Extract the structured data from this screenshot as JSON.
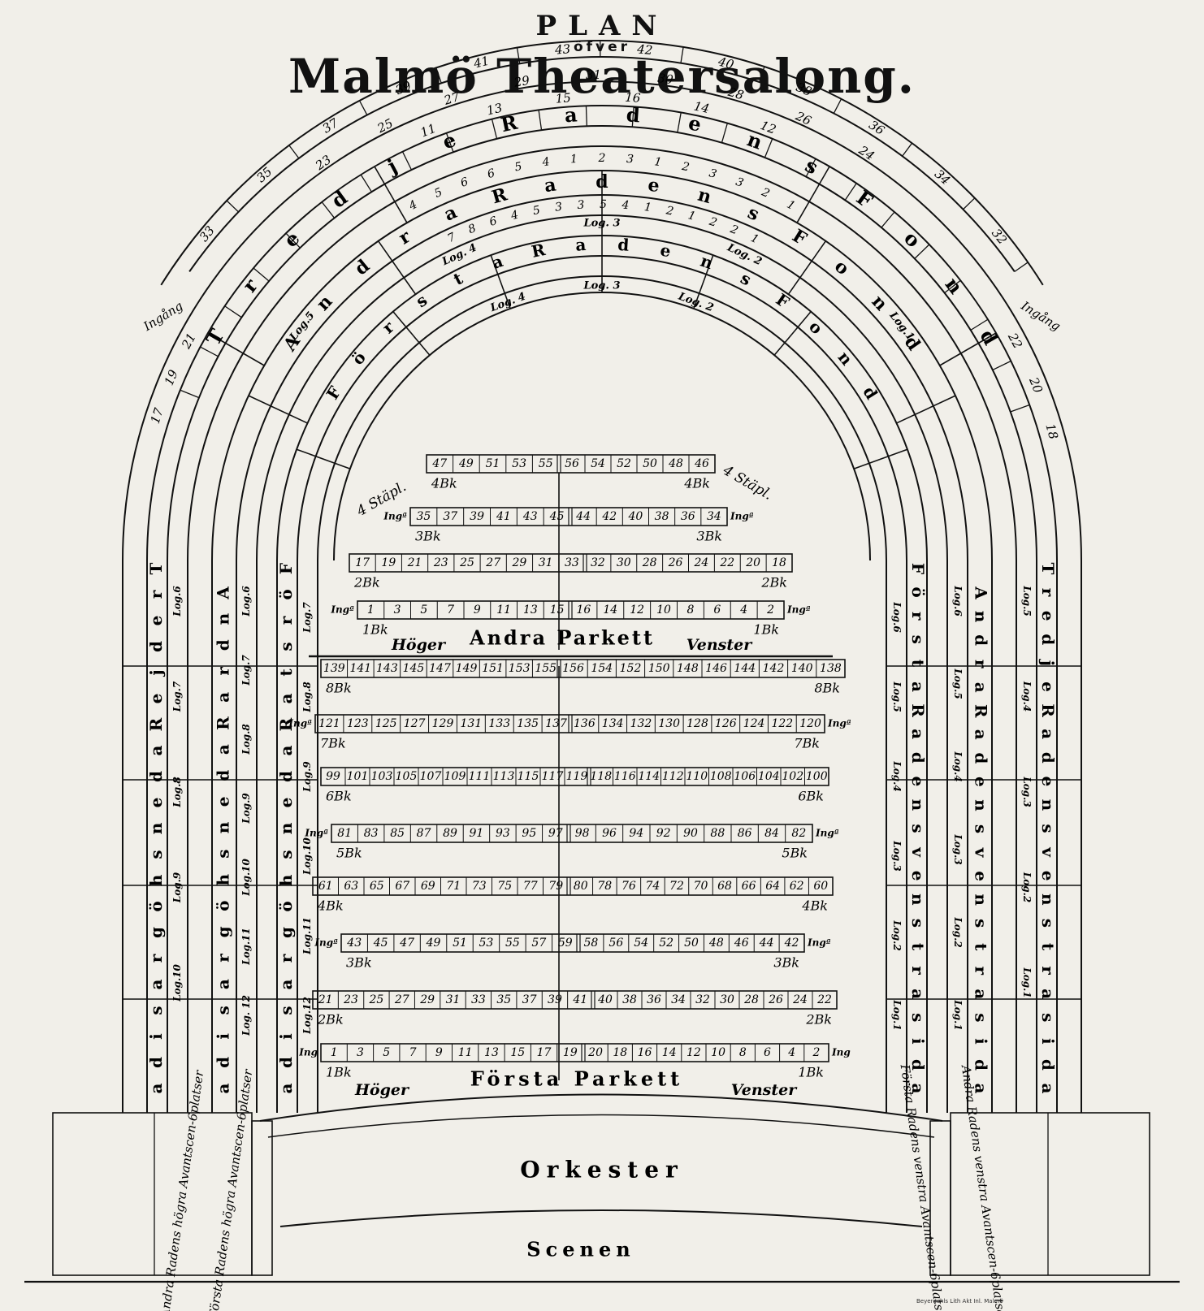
{
  "title": {
    "plan": "PLAN",
    "ofver": "öfver",
    "main": "Malmö Theatersalong."
  },
  "parkett": {
    "andra": {
      "label_left": "Höger",
      "label_mid": "Andra Parkett",
      "label_right": "Venster",
      "staplar_left": "4 Stäpl.",
      "staplar_right": "4 Stäpl.",
      "benches": [
        {
          "bk_left": "4Bk",
          "bk_right": "4Bk",
          "left": [
            "47",
            "49",
            "51",
            "53",
            "55"
          ],
          "right": [
            "56",
            "54",
            "52",
            "50",
            "48",
            "46"
          ]
        },
        {
          "bk_left": "3Bk",
          "bk_right": "3Bk",
          "ing_left": "Ingª",
          "ing_right": "Ingª",
          "left": [
            "35",
            "37",
            "39",
            "41",
            "43",
            "45"
          ],
          "right": [
            "44",
            "42",
            "40",
            "38",
            "36",
            "34"
          ]
        },
        {
          "bk_left": "2Bk",
          "bk_right": "2Bk",
          "left": [
            "17",
            "19",
            "21",
            "23",
            "25",
            "27",
            "29",
            "31",
            "33"
          ],
          "right": [
            "32",
            "30",
            "28",
            "26",
            "24",
            "22",
            "20",
            "18"
          ]
        },
        {
          "bk_left": "1Bk",
          "bk_right": "1Bk",
          "ing_left": "Ingª",
          "ing_right": "Ingª",
          "left": [
            "1",
            "3",
            "5",
            "7",
            "9",
            "11",
            "13",
            "15"
          ],
          "right": [
            "16",
            "14",
            "12",
            "10",
            "8",
            "6",
            "4",
            "2"
          ]
        }
      ]
    },
    "forsta": {
      "label_left": "Höger",
      "label_mid": "Första Parkett",
      "label_right": "Venster",
      "benches": [
        {
          "bk_left": "8Bk",
          "bk_right": "8Bk",
          "left": [
            "139",
            "141",
            "143",
            "145",
            "147",
            "149",
            "151",
            "153",
            "155"
          ],
          "right": [
            "156",
            "154",
            "152",
            "150",
            "148",
            "146",
            "144",
            "142",
            "140",
            "138"
          ]
        },
        {
          "bk_left": "7Bk",
          "bk_right": "7Bk",
          "ing_left": "Ingª",
          "ing_right": "Ingª",
          "left": [
            "121",
            "123",
            "125",
            "127",
            "129",
            "131",
            "133",
            "135",
            "137"
          ],
          "right": [
            "136",
            "134",
            "132",
            "130",
            "128",
            "126",
            "124",
            "122",
            "120"
          ]
        },
        {
          "bk_left": "6Bk",
          "bk_right": "6Bk",
          "left": [
            "99",
            "101",
            "103",
            "105",
            "107",
            "109",
            "111",
            "113",
            "115",
            "117",
            "119"
          ],
          "right": [
            "118",
            "116",
            "114",
            "112",
            "110",
            "108",
            "106",
            "104",
            "102",
            "100"
          ]
        },
        {
          "bk_left": "5Bk",
          "bk_right": "5Bk",
          "ing_left": "Ingª",
          "ing_right": "Ingª",
          "left": [
            "81",
            "83",
            "85",
            "87",
            "89",
            "91",
            "93",
            "95",
            "97"
          ],
          "right": [
            "98",
            "96",
            "94",
            "92",
            "90",
            "88",
            "86",
            "84",
            "82"
          ]
        },
        {
          "bk_left": "4Bk",
          "bk_right": "4Bk",
          "left": [
            "61",
            "63",
            "65",
            "67",
            "69",
            "71",
            "73",
            "75",
            "77",
            "79"
          ],
          "right": [
            "80",
            "78",
            "76",
            "74",
            "72",
            "70",
            "68",
            "66",
            "64",
            "62",
            "60"
          ]
        },
        {
          "bk_left": "3Bk",
          "bk_right": "3Bk",
          "ing_left": "Ingª",
          "ing_right": "Ingª",
          "left": [
            "43",
            "45",
            "47",
            "49",
            "51",
            "53",
            "55",
            "57",
            "59"
          ],
          "right": [
            "58",
            "56",
            "54",
            "52",
            "50",
            "48",
            "46",
            "44",
            "42"
          ]
        },
        {
          "bk_left": "2Bk",
          "bk_right": "2Bk",
          "left": [
            "21",
            "23",
            "25",
            "27",
            "29",
            "31",
            "33",
            "35",
            "37",
            "39",
            "41"
          ],
          "right": [
            "40",
            "38",
            "36",
            "34",
            "32",
            "30",
            "28",
            "26",
            "24",
            "22"
          ]
        },
        {
          "bk_left": "1Bk",
          "bk_right": "1Bk",
          "ing_left": "Ing",
          "ing_right": "Ing",
          "left": [
            "1",
            "3",
            "5",
            "7",
            "9",
            "11",
            "13",
            "15",
            "17",
            "19"
          ],
          "right": [
            "20",
            "18",
            "16",
            "14",
            "12",
            "10",
            "8",
            "6",
            "4",
            "2"
          ]
        }
      ]
    }
  },
  "galleries": {
    "tredje_fond_outer": [
      "33",
      "35",
      "37",
      "39",
      "41",
      "43",
      "42",
      "40",
      "38",
      "36",
      "34",
      "32"
    ],
    "tredje_fond_inner": [
      "23",
      "25",
      "27",
      "29",
      "31",
      "30",
      "28",
      "26",
      "24"
    ],
    "tredje_fond_row3": [
      "11",
      "13",
      "15",
      "16",
      "14",
      "12"
    ],
    "tredje_label": "Tredje Radens Fond",
    "ingang_left": "Ingång",
    "ingang_right": "Ingång",
    "tredje_sides_left": [
      "17",
      "19",
      "21"
    ],
    "tredje_sides_right": [
      "22",
      "20",
      "18"
    ],
    "andra_label": "Andra Radens Fond",
    "andra_log": [
      "Log. 4",
      "Log. 3",
      "Log. 2"
    ],
    "andra_nums": [
      "4",
      "5",
      "6",
      "6",
      "5",
      "4",
      "1",
      "2",
      "3",
      "1",
      "2",
      "3",
      "3",
      "2",
      "1"
    ],
    "forsta_label": "Första Radens Fond",
    "forsta_log": [
      "Log. 4",
      "Log. 3",
      "Log. 2"
    ],
    "forsta_nums": [
      "7",
      "8",
      "6",
      "4",
      "5",
      "3",
      "3",
      "5",
      "4",
      "1",
      "2",
      "1",
      "2",
      "2",
      "1"
    ],
    "log_outer": [
      "Log.5",
      "Log.1"
    ],
    "left_side_labels": [
      "Tredje Radens högra sida",
      "Andra Radens högra sida",
      "Första Radens högra sida"
    ],
    "right_side_labels": [
      "Tredje Radens venstra sida",
      "Andra Radens venstra sida",
      "Första Radens venstra sida"
    ],
    "left_logs_outer": [
      "Log.6",
      "Log.7",
      "Log.8",
      "Log.9",
      "Log.10"
    ],
    "left_logs_mid": [
      "Log.6",
      "Log.7",
      "Log.8",
      "Log.9",
      "Log.10",
      "Log.11",
      "Log. 12"
    ],
    "left_logs_inner": [
      "Log.7",
      "Log.8",
      "Log.9",
      "Log.10",
      "Log.11",
      "Log.12"
    ],
    "right_logs_outer": [
      "Log.5",
      "Log.4",
      "Log.3",
      "Log.2",
      "Log.1"
    ],
    "right_logs_mid": [
      "Log.6",
      "Log.5",
      "Log.4",
      "Log.3",
      "Log.2",
      "Log.1"
    ],
    "right_logs_inner": [
      "Log.6",
      "Log.5",
      "Log.4",
      "Log.3",
      "Log.2",
      "Log.1"
    ]
  },
  "avantscen": {
    "left": [
      "Andra Radens högra Avantscen-6platser",
      "Första Radens högra Avantscen-6platser"
    ],
    "right": [
      "Första Radens venstra Avantscen-6platser",
      "Andra Radens venstra Avantscen-6platser"
    ]
  },
  "orkester": "Orkester",
  "scenen": "Scenen",
  "credit": "Beyerdahls Lith Akt Inl. Malmö"
}
